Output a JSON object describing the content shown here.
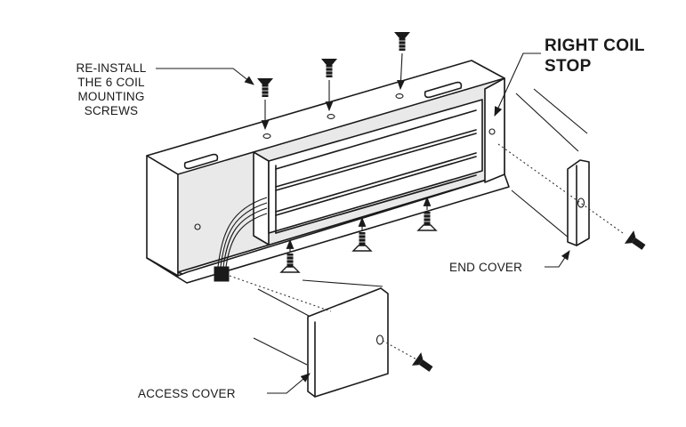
{
  "labels": {
    "reinstall_line1": "RE-INSTALL",
    "reinstall_line2": "THE 6 COIL",
    "reinstall_line3": "MOUNTING SCREWS",
    "right_coil_line1": "RIGHT COIL",
    "right_coil_line2": "STOP",
    "end_cover": "END COVER",
    "access_cover": "ACCESS COVER"
  },
  "colors": {
    "ink": "#1a1a1a",
    "background": "#ffffff"
  },
  "icons": [
    "screw-icon",
    "leader-arrow-icon"
  ]
}
